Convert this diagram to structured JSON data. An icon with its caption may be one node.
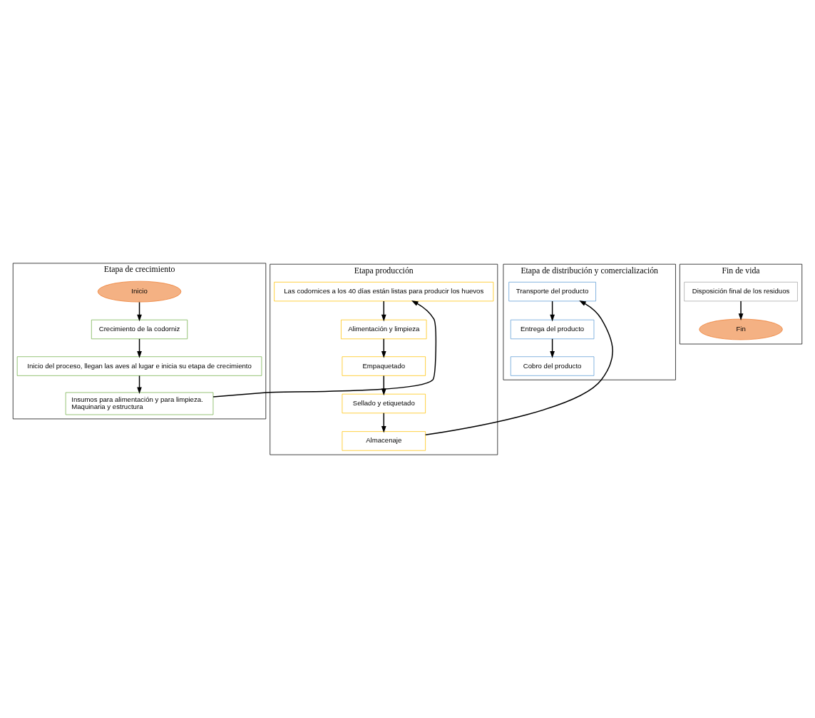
{
  "diagram": {
    "nodes": [
      {
        "text": [
          "Etapa de crecimiento"
        ]
      },
      {
        "text": [
          "Inicio"
        ],
        "in": 0
      },
      {
        "text": [
          "Crecimiento de la codorniz"
        ],
        "in": 0
      },
      {
        "text": [
          "Inicio del proceso, llegan las aves al lugar e inicia su etapa de crecimiento"
        ],
        "in": 0
      },
      {
        "text": [
          "Insumos para alimentación y para limpieza.",
          "Maquinaria y estructura"
        ],
        "in": 0
      },
      {
        "text": [
          "Etapa producción"
        ]
      },
      {
        "text": [
          "Las codornices a los 40 días están listas para producir los huevos"
        ],
        "in": 5
      },
      {
        "text": [
          "Alimentación y limpieza"
        ],
        "in": 5
      },
      {
        "text": [
          "Empaquetado"
        ],
        "in": 5
      },
      {
        "text": [
          "Sellado y etiquetado"
        ],
        "in": 5
      },
      {
        "text": [
          "Almacenaje"
        ],
        "in": 5
      },
      {
        "text": [
          "Etapa de distribución y comercialización"
        ]
      },
      {
        "text": [
          "Transporte del producto"
        ],
        "in": 11
      },
      {
        "text": [
          "Entrega del producto"
        ],
        "in": 11
      },
      {
        "text": [
          "Cobro del producto"
        ],
        "in": 11
      },
      {
        "text": [
          "Fin de vida"
        ]
      },
      {
        "text": [
          "Disposición final de los residuos"
        ],
        "in": 15
      },
      {
        "text": [
          "Fin"
        ],
        "in": 15
      }
    ],
    "edges": [
      {
        "from": 1,
        "to": 2,
        "arrow": "to"
      },
      {
        "from": 2,
        "to": 3,
        "arrow": "to"
      },
      {
        "from": 3,
        "to": 4,
        "arrow": "to"
      },
      {
        "from": 4,
        "to": 6,
        "arrow": "to"
      },
      {
        "from": 6,
        "to": 7,
        "arrow": "to"
      },
      {
        "from": 7,
        "to": 8,
        "arrow": "to"
      },
      {
        "from": 8,
        "to": 9,
        "arrow": "to"
      },
      {
        "from": 9,
        "to": 10,
        "arrow": "to"
      },
      {
        "from": 10,
        "to": 12,
        "arrow": "to"
      },
      {
        "from": 12,
        "to": 13,
        "arrow": "to"
      },
      {
        "from": 13,
        "to": 14,
        "arrow": "to"
      },
      {
        "from": 16,
        "to": 17,
        "arrow": "to"
      }
    ]
  }
}
